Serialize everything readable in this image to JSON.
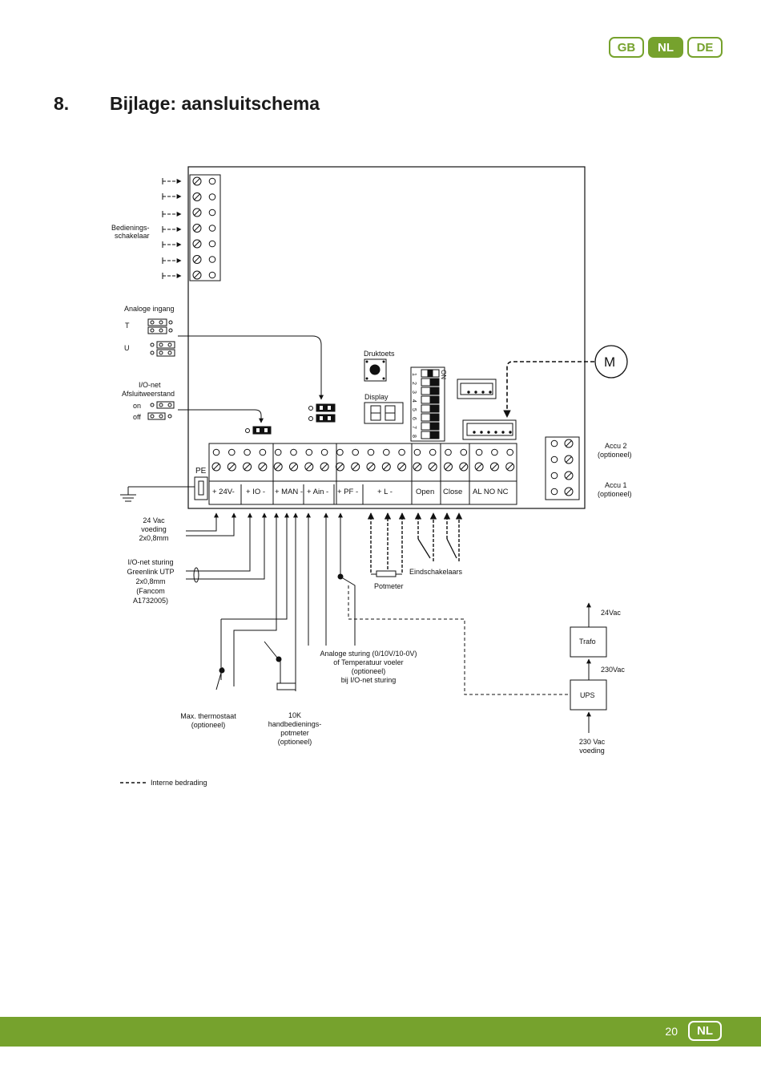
{
  "header": {
    "languages": [
      {
        "label": "GB",
        "active": false
      },
      {
        "label": "NL",
        "active": true
      },
      {
        "label": "DE",
        "active": false
      }
    ],
    "accent_color": "#76a22d"
  },
  "section": {
    "number": "8.",
    "title": "Bijlage: aansluitschema"
  },
  "diagram": {
    "bedieningsschakelaar": "Bedienings-\nschakelaar",
    "analoge_ingang": "Analoge ingang",
    "jumper_t": "T",
    "jumper_u": "U",
    "io_net_title": "I/O-net\nAfsluitweerstand",
    "on_label": "on",
    "off_label": "off",
    "druktoets": "Druktoets",
    "display": "Display",
    "motor": "M",
    "dip_on": "ON",
    "dip_numbers": [
      "1",
      "2",
      "3",
      "4",
      "5",
      "6",
      "7",
      "8"
    ],
    "pe": "PE",
    "terminal_labels": [
      "+ 24V-",
      "+ IO -",
      "+ MAN -",
      "+ Ain -",
      "+ PF -",
      "+ L -",
      "Open",
      "Close",
      "AL NO NC"
    ],
    "accu2": "Accu 2\n(optioneel)",
    "accu1": "Accu 1\n(optioneel)",
    "voeding_24": "24 Vac\nvoeding\n2x0,8mm",
    "io_net_sturing": "I/O-net sturing\nGreenlink UTP\n2x0,8mm\n(Fancom\nA1732005)",
    "potmeter": "Potmeter",
    "eindschakelaars": "Eindschakelaars",
    "analoge_sturing": "Analoge sturing (0/10V/10-0V)\nof Temperatuur voeler\n(optioneel)\nbij I/O-net sturing",
    "max_thermostaat": "Max. thermostaat\n(optioneel)",
    "handbediening": "10K\nhandbedienings-\npotmeter\n(optioneel)",
    "out_24vac": "24Vac",
    "trafo": "Trafo",
    "in_230vac": "230Vac",
    "ups": "UPS",
    "voeding_230": "230 Vac\nvoeding",
    "legend": "Interne bedrading"
  },
  "footer": {
    "page_number": "20",
    "language": "NL"
  }
}
